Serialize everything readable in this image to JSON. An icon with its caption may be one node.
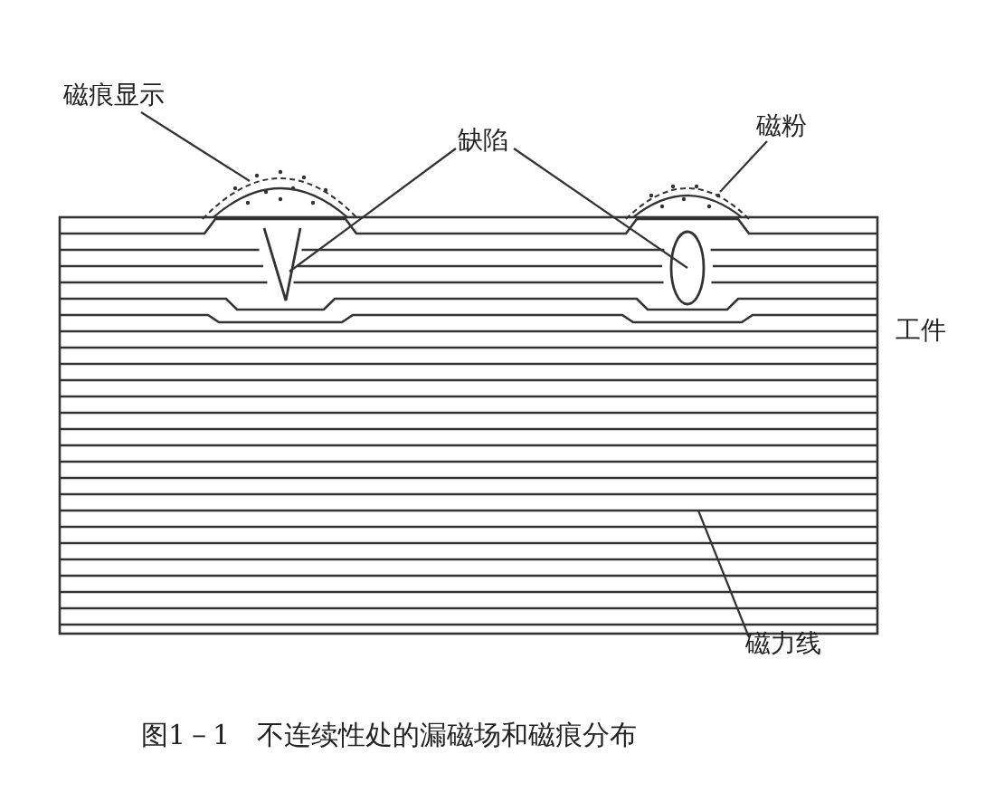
{
  "diagram": {
    "caption": "图1－1　不连续性处的漏磁场和磁痕分布",
    "nodes": [
      {
        "text": [
          "磁痕显示"
        ]
      },
      {
        "text": [],
        "shape": "picture"
      },
      {
        "text": [
          "缺陷"
        ]
      },
      {
        "text": [],
        "shape": "picture"
      },
      {
        "text": [],
        "shape": "circle"
      },
      {
        "text": [
          "磁粉"
        ]
      },
      {
        "text": [],
        "shape": "picture"
      },
      {
        "text": [
          "磁力线"
        ]
      }
    ],
    "edges": [
      {
        "from": 0,
        "to": 1,
        "arrow": "none"
      },
      {
        "from": 2,
        "to": 3,
        "arrow": "none"
      },
      {
        "from": 2,
        "to": 4,
        "arrow": "none"
      },
      {
        "from": 5,
        "to": 6,
        "arrow": "none"
      },
      {
        "from": 7,
        "to": null,
        "arrow": "none"
      }
    ],
    "labels": [
      "工件"
    ]
  }
}
